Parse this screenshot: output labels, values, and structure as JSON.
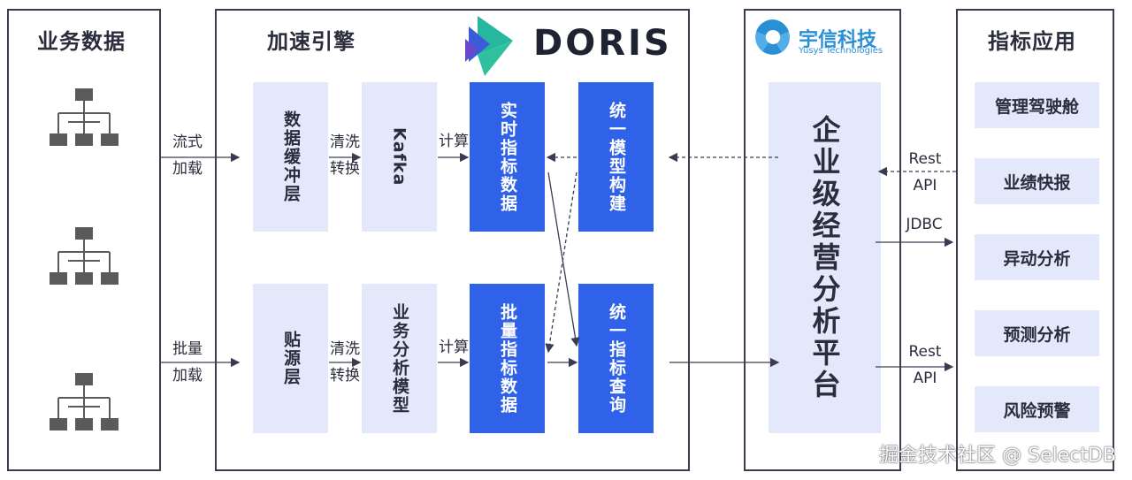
{
  "panels": {
    "business_data": "业务数据",
    "acceleration": "加速引擎",
    "yusys_cn": "宇信科技",
    "yusys_en": "Yusys Technologies",
    "metric_apps": "指标应用"
  },
  "logo": {
    "doris": "DORIS"
  },
  "ingest": {
    "stream_top": "流式",
    "stream_bottom": "加载",
    "batch_top": "批量",
    "batch_bottom": "加载"
  },
  "engine": {
    "buffer": "数据缓冲层",
    "clean1_top": "清洗",
    "clean1_bottom": "转换",
    "kafka": "Kafka",
    "calc1": "计算",
    "realtime": "实时指标数据",
    "unified_model": "统一模型构建",
    "source": "贴源层",
    "clean2_top": "清洗",
    "clean2_bottom": "转换",
    "biz_model": "业务分析模型",
    "calc2": "计算",
    "batch_metrics": "批量指标数据",
    "unified_query": "统一指标查询"
  },
  "platform": {
    "name": "企业级经营分析平台",
    "rest1_top": "Rest",
    "rest1_bottom": "API",
    "jdbc": "JDBC",
    "rest2_top": "Rest",
    "rest2_bottom": "API"
  },
  "apps": [
    "管理驾驶舱",
    "业绩快报",
    "异动分析",
    "预测分析",
    "风险预警"
  ],
  "watermark": "掘金技术社区 @ SelectDB",
  "colors": {
    "accent_blue": "#2f62e8",
    "light_box": "#e3e8fa",
    "border": "#3a3d52",
    "icon_gray": "#5a5a5a"
  }
}
